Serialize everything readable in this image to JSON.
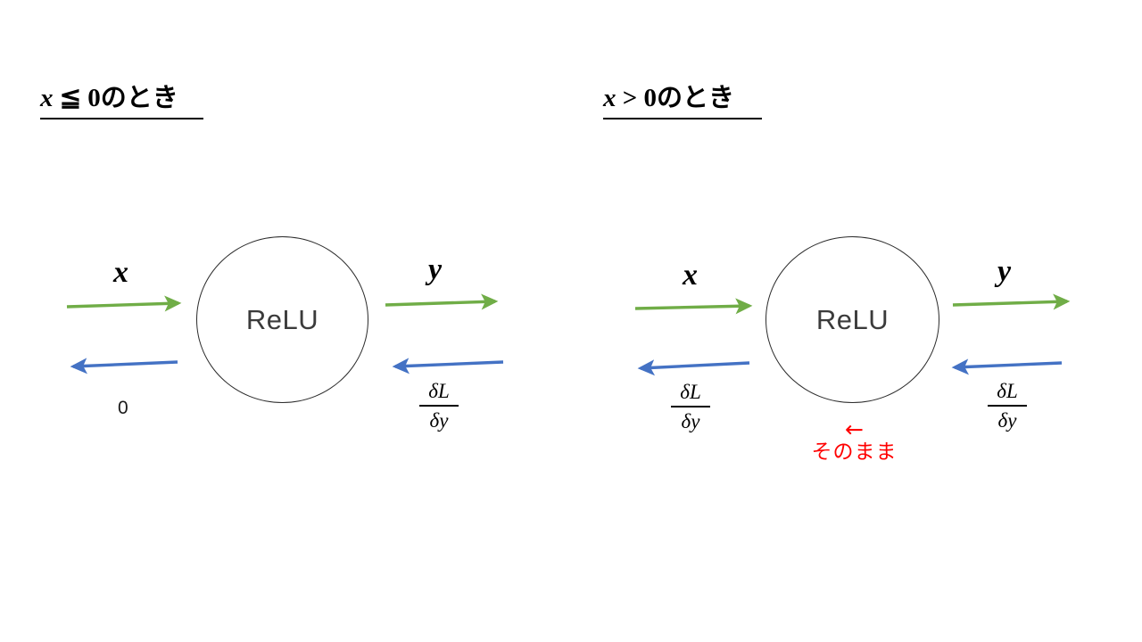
{
  "figure": {
    "kind": "relu-backpropagation-diagram",
    "background_color": "#FFFFFF",
    "colors": {
      "forward_arrow": "#70AD47",
      "backward_arrow": "#4472C4",
      "annotation": "#FF0000",
      "node_outline": "#2B2B2B",
      "text": "#000000"
    }
  },
  "panels": [
    {
      "id": "case-x-le-0",
      "title": "x ≦ 0のとき",
      "title_var": "x",
      "title_rest": " ≦ 0のとき",
      "node_label": "ReLU",
      "input_forward_label": "x",
      "input_backward_label": "0",
      "output_forward_label": "y",
      "output_backward_numer": "δL",
      "output_backward_denom": "δy"
    },
    {
      "id": "case-x-gt-0",
      "title": "x > 0のとき",
      "title_var": "x",
      "title_rest": " > 0のとき",
      "node_label": "ReLU",
      "input_forward_label": "x",
      "input_backward_numer": "δL",
      "input_backward_denom": "δy",
      "output_forward_label": "y",
      "output_backward_numer": "δL",
      "output_backward_denom": "δy",
      "annotation_arrow": "←",
      "annotation_text": "そのまま"
    }
  ]
}
